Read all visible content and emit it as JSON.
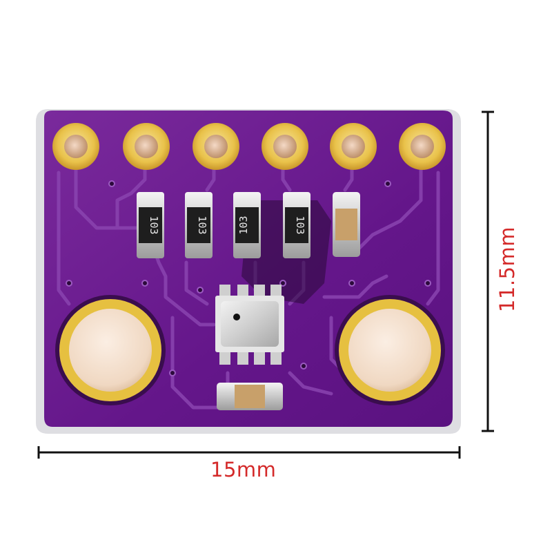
{
  "image": {
    "subject": "purple breakout PCB with barometric pressure sensor module",
    "background_color": "#ffffff"
  },
  "board": {
    "pcb_color": "#6a1c8c",
    "edge_color": "#d8d8dc",
    "pin_header_count": 6,
    "mounting_hole_count": 2,
    "pad_color": "#e9c24a"
  },
  "components": {
    "resistors": [
      {
        "marking": "103"
      },
      {
        "marking": "103"
      },
      {
        "marking": "103"
      },
      {
        "marking": "103"
      }
    ],
    "capacitors": [
      {
        "position": "top-right"
      },
      {
        "position": "bottom-center"
      }
    ],
    "sensor": {
      "type": "metal-can sensor with vent hole"
    }
  },
  "dimensions": {
    "width_label": "15mm",
    "height_label": "11.5mm",
    "label_color": "#d42a2a",
    "line_color": "#111111"
  }
}
